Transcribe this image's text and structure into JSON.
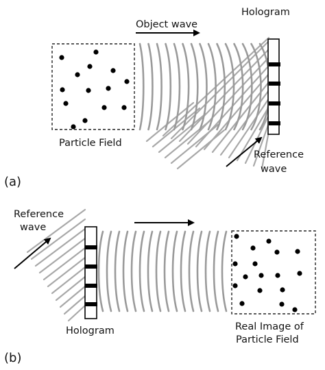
{
  "panel_a": {
    "tag": "(a)",
    "object_wave_label": "Object wave",
    "hologram_label": "Hologram",
    "particle_field_label": "Particle Field",
    "reference_wave_label": [
      "Reference",
      "wave"
    ]
  },
  "panel_b": {
    "tag": "(b)",
    "reference_wave_label": [
      "Reference",
      "wave"
    ],
    "hologram_label": "Hologram",
    "real_image_label": [
      "Real Image of",
      "Particle Field"
    ]
  }
}
